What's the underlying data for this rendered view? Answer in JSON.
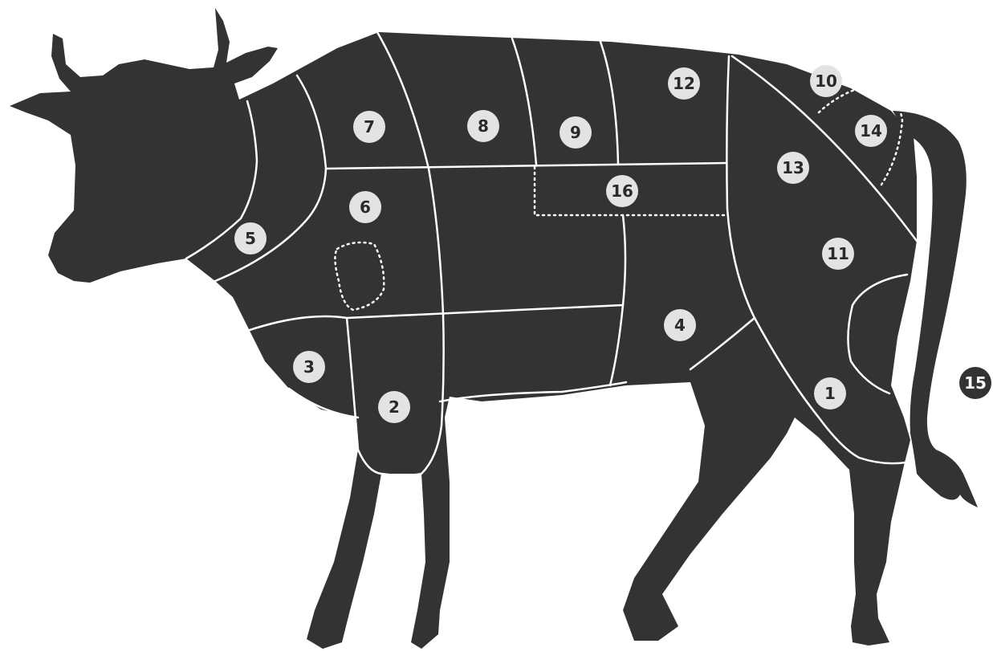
{
  "cuts": [
    {
      "id": "cut-1",
      "label": "1"
    },
    {
      "id": "cut-2",
      "label": "2"
    },
    {
      "id": "cut-3",
      "label": "3"
    },
    {
      "id": "cut-4",
      "label": "4"
    },
    {
      "id": "cut-5",
      "label": "5"
    },
    {
      "id": "cut-6",
      "label": "6"
    },
    {
      "id": "cut-7",
      "label": "7"
    },
    {
      "id": "cut-8",
      "label": "8"
    },
    {
      "id": "cut-9",
      "label": "9"
    },
    {
      "id": "cut-10",
      "label": "10"
    },
    {
      "id": "cut-11",
      "label": "11"
    },
    {
      "id": "cut-12",
      "label": "12"
    },
    {
      "id": "cut-13",
      "label": "13"
    },
    {
      "id": "cut-14",
      "label": "14"
    },
    {
      "id": "cut-15",
      "label": "15"
    },
    {
      "id": "cut-16",
      "label": "16"
    }
  ],
  "colors": {
    "silhouette": "#333333",
    "cut_lines": "#ffffff",
    "badge_fill": "#e3e3e3",
    "badge_text": "#2a2a2a",
    "background": "#ffffff"
  }
}
